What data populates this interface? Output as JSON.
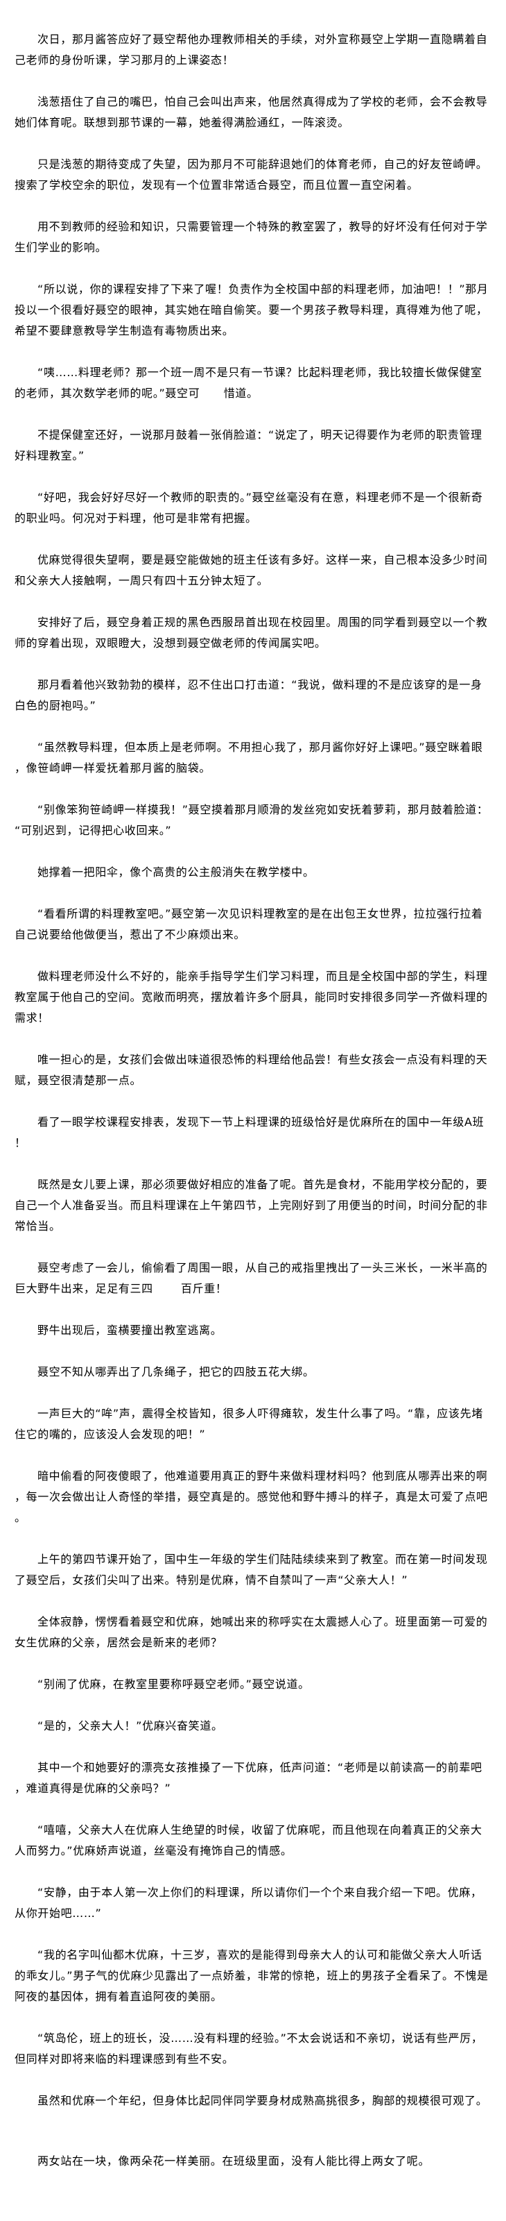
{
  "paragraphs": [
    "次日，那月酱答应好了聂空帮他办理教师相关的手续，对外宣称聂空上学期一直隐瞒着自己老师的身份听课，学习那月的上课姿态！",
    "浅葱捂住了自己的嘴巴，怕自己会叫出声来，他居然真得成为了学校的老师，会不会教导她们体育呢。联想到那节课的一幕，她羞得满脸通红，一阵滚烫。",
    "只是浅葱的期待变成了失望，因为那月不可能辞退她们的体育老师，自己的好友笹崎岬。搜索了学校空余的职位，发现有一个位置非常适合聂空，而且位置一直空闲着。",
    "用不到教师的经验和知识，只需要管理一个特殊的教室罢了，教导的好坏没有任何对于学生们学业的影响。",
    "“所以说，你的课程安排了下来了喔！负责作为全校国中部的料理老师，加油吧！！”那月投以一个很看好聂空的眼神，其实她在暗自偷笑。要一个男孩子教导料理，真得难为他了呢，希望不要肆意教导学生制造有毒物质出来。",
    "“咦……料理老师？那一个班一周不是只有一节课？比起料理老师，我比较擅长做保健室的老师，其次数学老师的呢。”聂空可      惜道。",
    "不提保健室还好，一说那月鼓着一张俏脸道：“说定了，明天记得要作为老师的职责管理好料理教室。”",
    "“好吧，我会好好尽好一个教师的职责的。”聂空丝毫没有在意，料理老师不是一个很新奇的职业吗。何况对于料理，他可是非常有把握。",
    "优麻觉得很失望啊，要是聂空能做她的班主任该有多好。这样一来，自己根本没多少时间和父亲大人接触啊，一周只有四十五分钟太短了。",
    "安排好了后，聂空身着正规的黑色西服昂首出现在校园里。周围的同学看到聂空以一个教师的穿着出现，双眼瞪大，没想到聂空做老师的传闻属实吧。",
    "那月看着他兴致勃勃的模样，忍不住出口打击道：“我说，做料理的不是应该穿的是一身白色的厨袍吗。”",
    "“虽然教导料理，但本质上是老师啊。不用担心我了，那月酱你好好上课吧。”聂空眯着眼，像笹崎岬一样爱抚着那月酱的脑袋。",
    "“别像笨狗笹崎岬一样摸我！”聂空摸着那月顺滑的发丝宛如安抚着萝莉，那月鼓着脸道：“可别迟到，记得把心收回来。”",
    "她撑着一把阳伞，像个高贵的公主般消失在教学楼中。",
    "“看看所谓的料理教室吧。”聂空第一次见识料理教室的是在出包王女世界，拉拉强行拉着自己说要给他做便当，惹出了不少麻烦出来。",
    "做料理老师没什么不好的，能亲手指导学生们学习料理，而且是全校国中部的学生，料理教室属于他自己的空间。宽敞而明亮，摆放着许多个厨具，能同时安排很多同学一齐做料理的需求！",
    "唯一担心的是，女孩们会做出味道很恐怖的料理给他品尝！有些女孩会一点没有料理的天赋，聂空很清楚那一点。",
    "看了一眼学校课程安排表，发现下一节上料理课的班级恰好是优麻所在的国中一年级A班！",
    "既然是女儿要上课，那必须要做好相应的准备了呢。首先是食材，不能用学校分配的，要自己一个人准备妥当。而且料理课在上午第四节，上完刚好到了用便当的时间，时间分配的非常恰当。",
    "聂空考虑了一会儿，偷偷看了周围一眼，从自己的戒指里拽出了一头三米长，一米半高的巨大野牛出来，足足有三四       百斤重！",
    "野牛出现后，蛮横要撞出教室逃离。",
    "聂空不知从哪弄出了几条绳子，把它的四肢五花大绑。",
    "一声巨大的“哞”声，震得全校皆知，很多人吓得瘫软，发生什么事了吗。“靠，应该先堵住它的嘴的，应该没人会发现的吧！”",
    "暗中偷看的阿夜傻眼了，他难道要用真正的野牛来做料理材料吗？他到底从哪弄出来的啊，每一次会做出让人奇怪的举措，聂空真是的。感觉他和野牛搏斗的样子，真是太可爱了点吧。",
    "上午的第四节课开始了，国中生一年级的学生们陆陆续续来到了教室。而在第一时间发现了聂空后，女孩们尖叫了出来。特别是优麻，情不自禁叫了一声“父亲大人！”",
    "全体寂静，愣愣看着聂空和优麻，她喊出来的称呼实在太震撼人心了。班里面第一可爱的女生优麻的父亲，居然会是新来的老师？",
    "“别闹了优麻，在教室里要称呼聂空老师。”聂空说道。",
    "“是的，父亲大人！”优麻兴奋笑道。",
    "其中一个和她要好的漂亮女孩推搡了一下优麻，低声问道：“老师是以前读高一的前辈吧，难道真得是优麻的父亲吗？”",
    "“嘻嘻，父亲大人在优麻人生绝望的时候，收留了优麻呢，而且他现在向着真正的父亲大人而努力。”优麻娇声说道，丝毫没有掩饰自己的情感。",
    "“安静，由于本人第一次上你们的料理课，所以请你们一个个来自我介绍一下吧。优麻，从你开始吧……”",
    "“我的名字叫仙都木优麻，十三岁，喜欢的是能得到母亲大人的认可和能做父亲大人听话的乖女儿。”男子气的优麻少见露出了一点娇羞，非常的惊艳，班上的男孩子全看呆了。不愧是阿夜的基因体，拥有着直追阿夜的美丽。",
    "“筑岛伦，班上的班长，没……没有料理的经验。”不太会说话和不亲切，说话有些严厉，但同样对即将来临的料理课感到有些不安。",
    "虽然和优麻一个年纪，但身体比起同伴同学要身材成熟高挑很多，胸部的规模很可观了。",
    "两女站在一块，像两朵花一样美丽。在班级里面，没有人能比得上两女了呢。"
  ]
}
